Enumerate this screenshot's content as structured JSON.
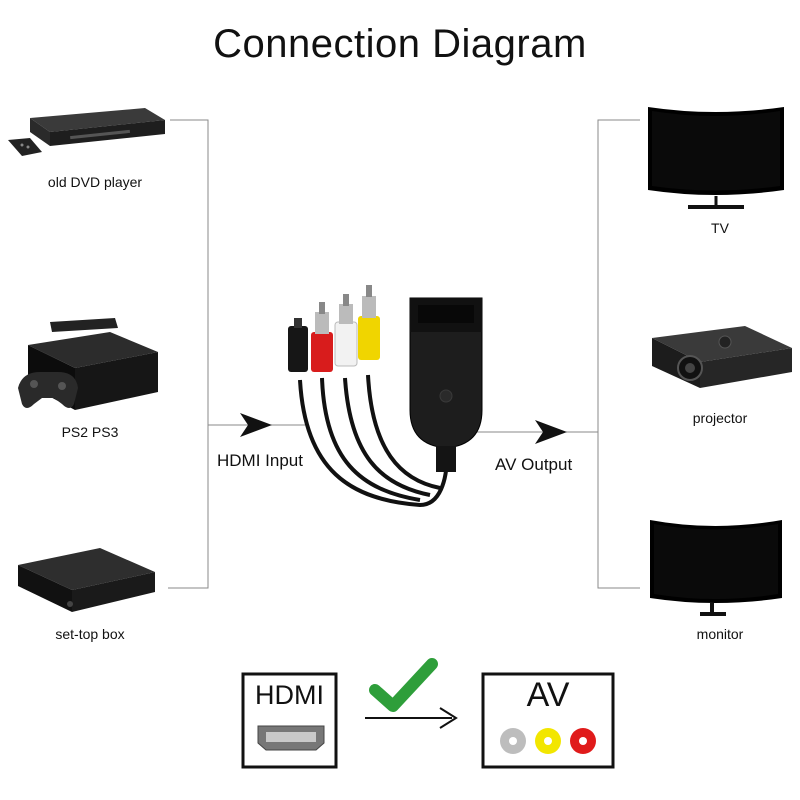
{
  "title": "Connection Diagram",
  "sources": [
    {
      "label": "old DVD player",
      "icon": "dvd-player-icon"
    },
    {
      "label": "PS2 PS3",
      "icon": "game-console-icon"
    },
    {
      "label": "set-top box",
      "icon": "set-top-box-icon"
    }
  ],
  "outputs": [
    {
      "label": "TV",
      "icon": "tv-icon"
    },
    {
      "label": "projector",
      "icon": "projector-icon"
    },
    {
      "label": "monitor",
      "icon": "monitor-icon"
    }
  ],
  "flow": {
    "input_label": "HDMI Input",
    "output_label": "AV Output"
  },
  "legend": {
    "from_label": "HDMI",
    "to_label": "AV",
    "check_color": "#2e9e3a",
    "rca_colors": [
      "#bdbdbd",
      "#f2e600",
      "#e01b1b"
    ]
  }
}
